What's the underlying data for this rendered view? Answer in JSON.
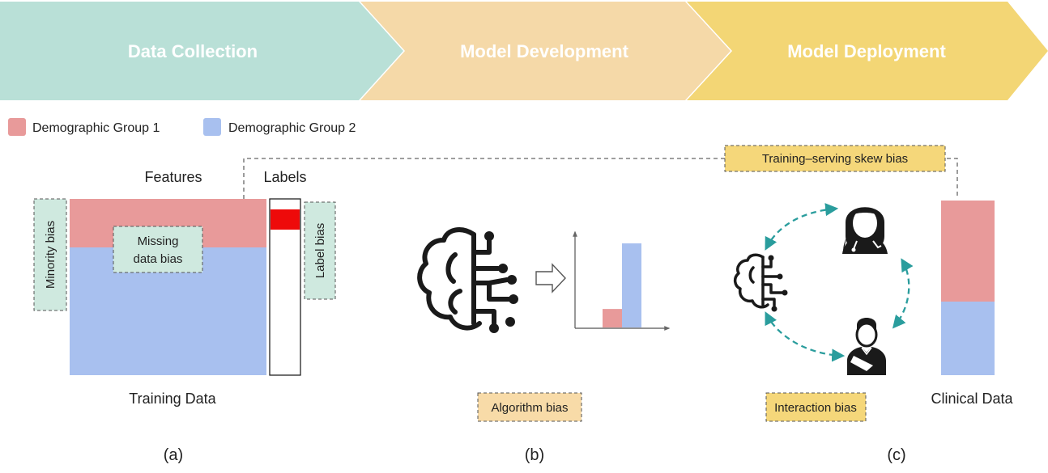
{
  "stages": [
    {
      "label": "Data Collection",
      "color": "#b9e0d7"
    },
    {
      "label": "Model Development",
      "color": "#f5d9a8"
    },
    {
      "label": "Model Deployment",
      "color": "#f3d675"
    }
  ],
  "legend": [
    {
      "label": "Demographic Group 1",
      "color": "#e89a9a"
    },
    {
      "label": "Demographic Group 2",
      "color": "#a8c0ef"
    }
  ],
  "panel_a": {
    "features_label": "Features",
    "labels_label": "Labels",
    "caption": "Training Data",
    "tag": "(a)",
    "minority_bias": "Minority bias",
    "missing_data_bias": [
      "Missing",
      "data bias"
    ],
    "label_bias": "Label bias"
  },
  "panel_b": {
    "algorithm_bias": "Algorithm bias",
    "tag": "(b)",
    "bars": [
      {
        "group": "Demographic Group 1",
        "value": 0.22,
        "color": "#e89a9a"
      },
      {
        "group": "Demographic Group 2",
        "value": 1.0,
        "color": "#a8c0ef"
      }
    ]
  },
  "panel_c": {
    "training_serving_skew_bias": "Training–serving skew bias",
    "interaction_bias": "Interaction bias",
    "clinical_data": "Clinical Data",
    "tag": "(c)"
  },
  "colors": {
    "group1": "#e89a9a",
    "group2": "#a8c0ef",
    "label_highlight": "#ee0a0a",
    "green_tag": "#cfe9df",
    "orange_tag": "#f8dba8",
    "yellow_tag": "#f5d77a",
    "teal_arrow": "#2a9d9d"
  },
  "icons": [
    "ai-brain-icon",
    "right-arrow-icon",
    "doctor-icon",
    "patient-icon"
  ]
}
